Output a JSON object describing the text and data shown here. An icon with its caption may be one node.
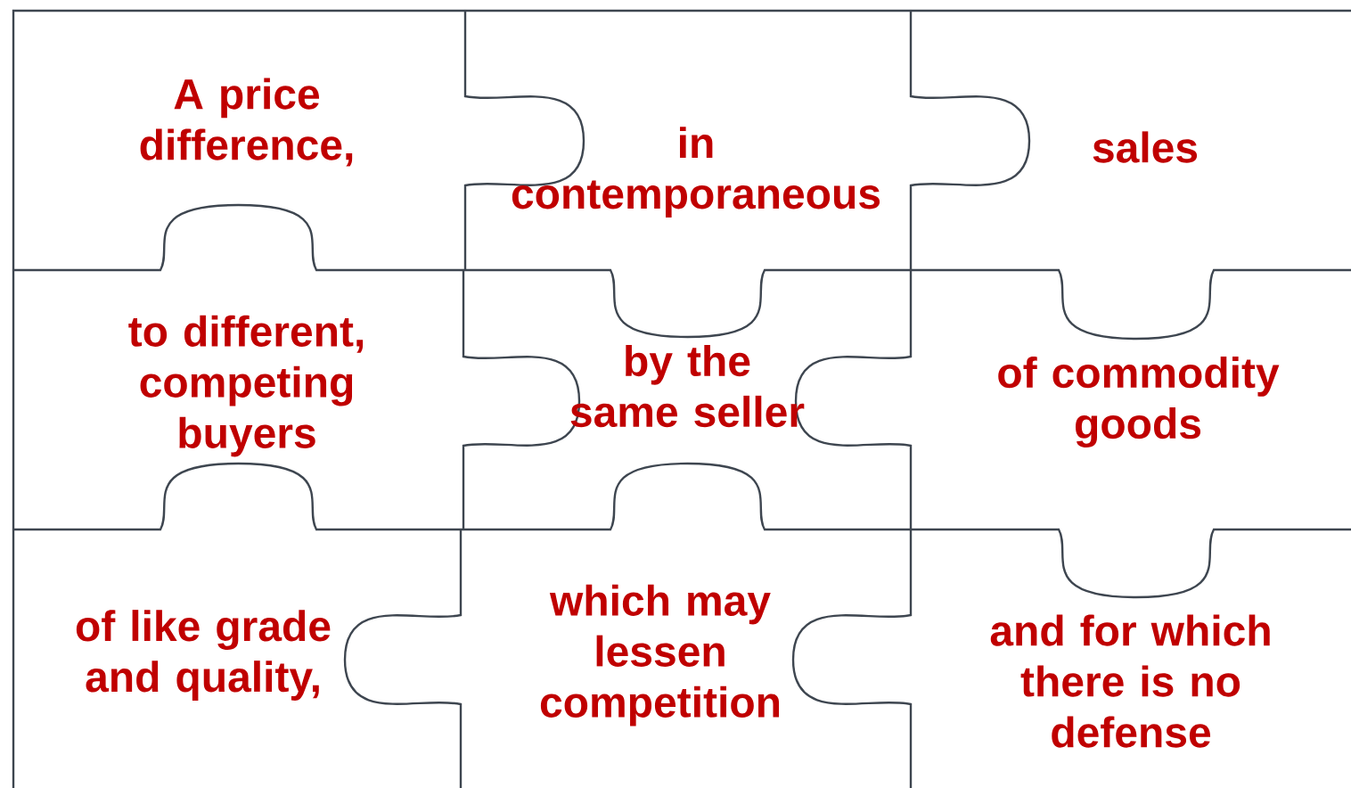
{
  "diagram": {
    "nodes": [
      {
        "text": [
          "A price difference,"
        ]
      },
      {
        "text": [
          "in contemporaneous"
        ]
      },
      {
        "text": [
          "sales"
        ]
      },
      {
        "text": [
          "to different, competing buyers"
        ]
      },
      {
        "text": [
          "by the same seller"
        ]
      },
      {
        "text": [
          "of commodity goods"
        ]
      },
      {
        "text": [
          "of like grade and quality,"
        ]
      },
      {
        "text": [
          "which may lessen competition"
        ]
      },
      {
        "text": [
          "and for which there is no defense"
        ]
      }
    ]
  }
}
